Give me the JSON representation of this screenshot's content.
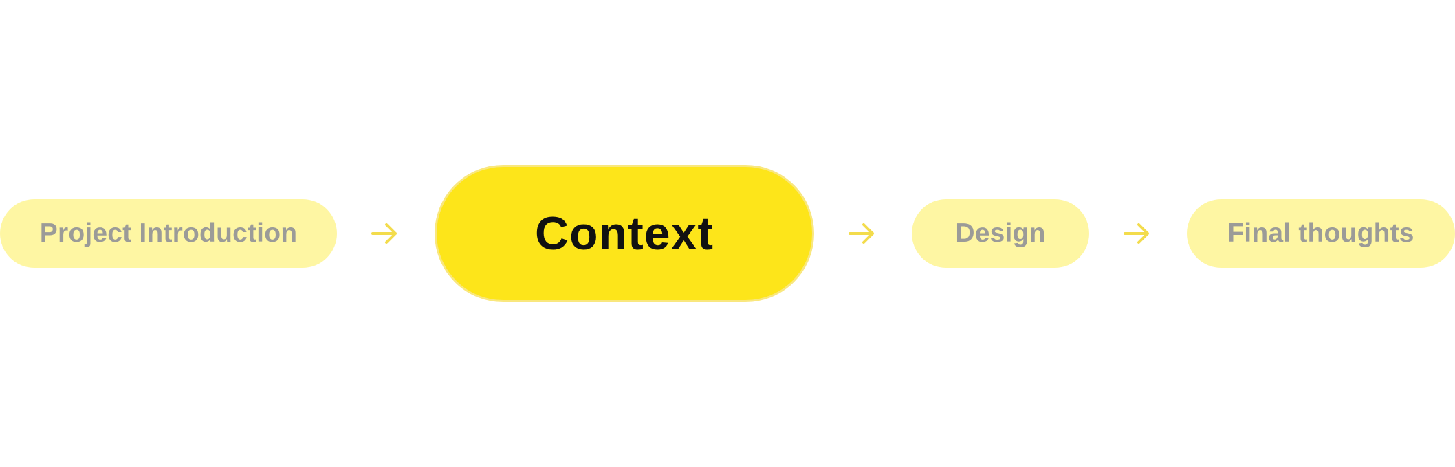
{
  "flow": {
    "steps": [
      {
        "label": "Project Introduction",
        "state": "inactive"
      },
      {
        "label": "Context",
        "state": "active"
      },
      {
        "label": "Design",
        "state": "inactive"
      },
      {
        "label": "Final thoughts",
        "state": "inactive"
      }
    ],
    "connector_icon": "arrow-right-icon"
  },
  "colors": {
    "active_fill": "#fde51a",
    "active_border": "#f9e77e",
    "inactive_fill": "#fef6a3",
    "inactive_text": "#9b9b98",
    "active_text": "#111111",
    "arrow": "#f3dc4c"
  }
}
